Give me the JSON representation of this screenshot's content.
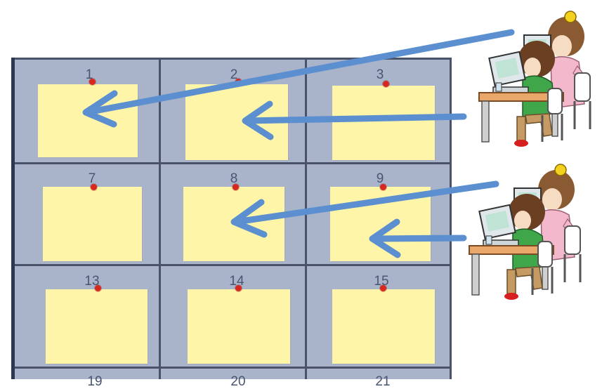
{
  "cells": [
    {
      "label": "1"
    },
    {
      "label": "2"
    },
    {
      "label": "3"
    },
    {
      "label": "7"
    },
    {
      "label": "8"
    },
    {
      "label": "9"
    },
    {
      "label": "13"
    },
    {
      "label": "14"
    },
    {
      "label": "15"
    },
    {
      "label": "19"
    },
    {
      "label": "20"
    },
    {
      "label": "21"
    }
  ],
  "colors": {
    "board": "#a9b3c9",
    "note": "#fff5a8",
    "pin": "#d8281e",
    "arrow": "#5b8fd0"
  },
  "icons": [
    "students-at-computers-icon",
    "students-at-computers-icon"
  ]
}
